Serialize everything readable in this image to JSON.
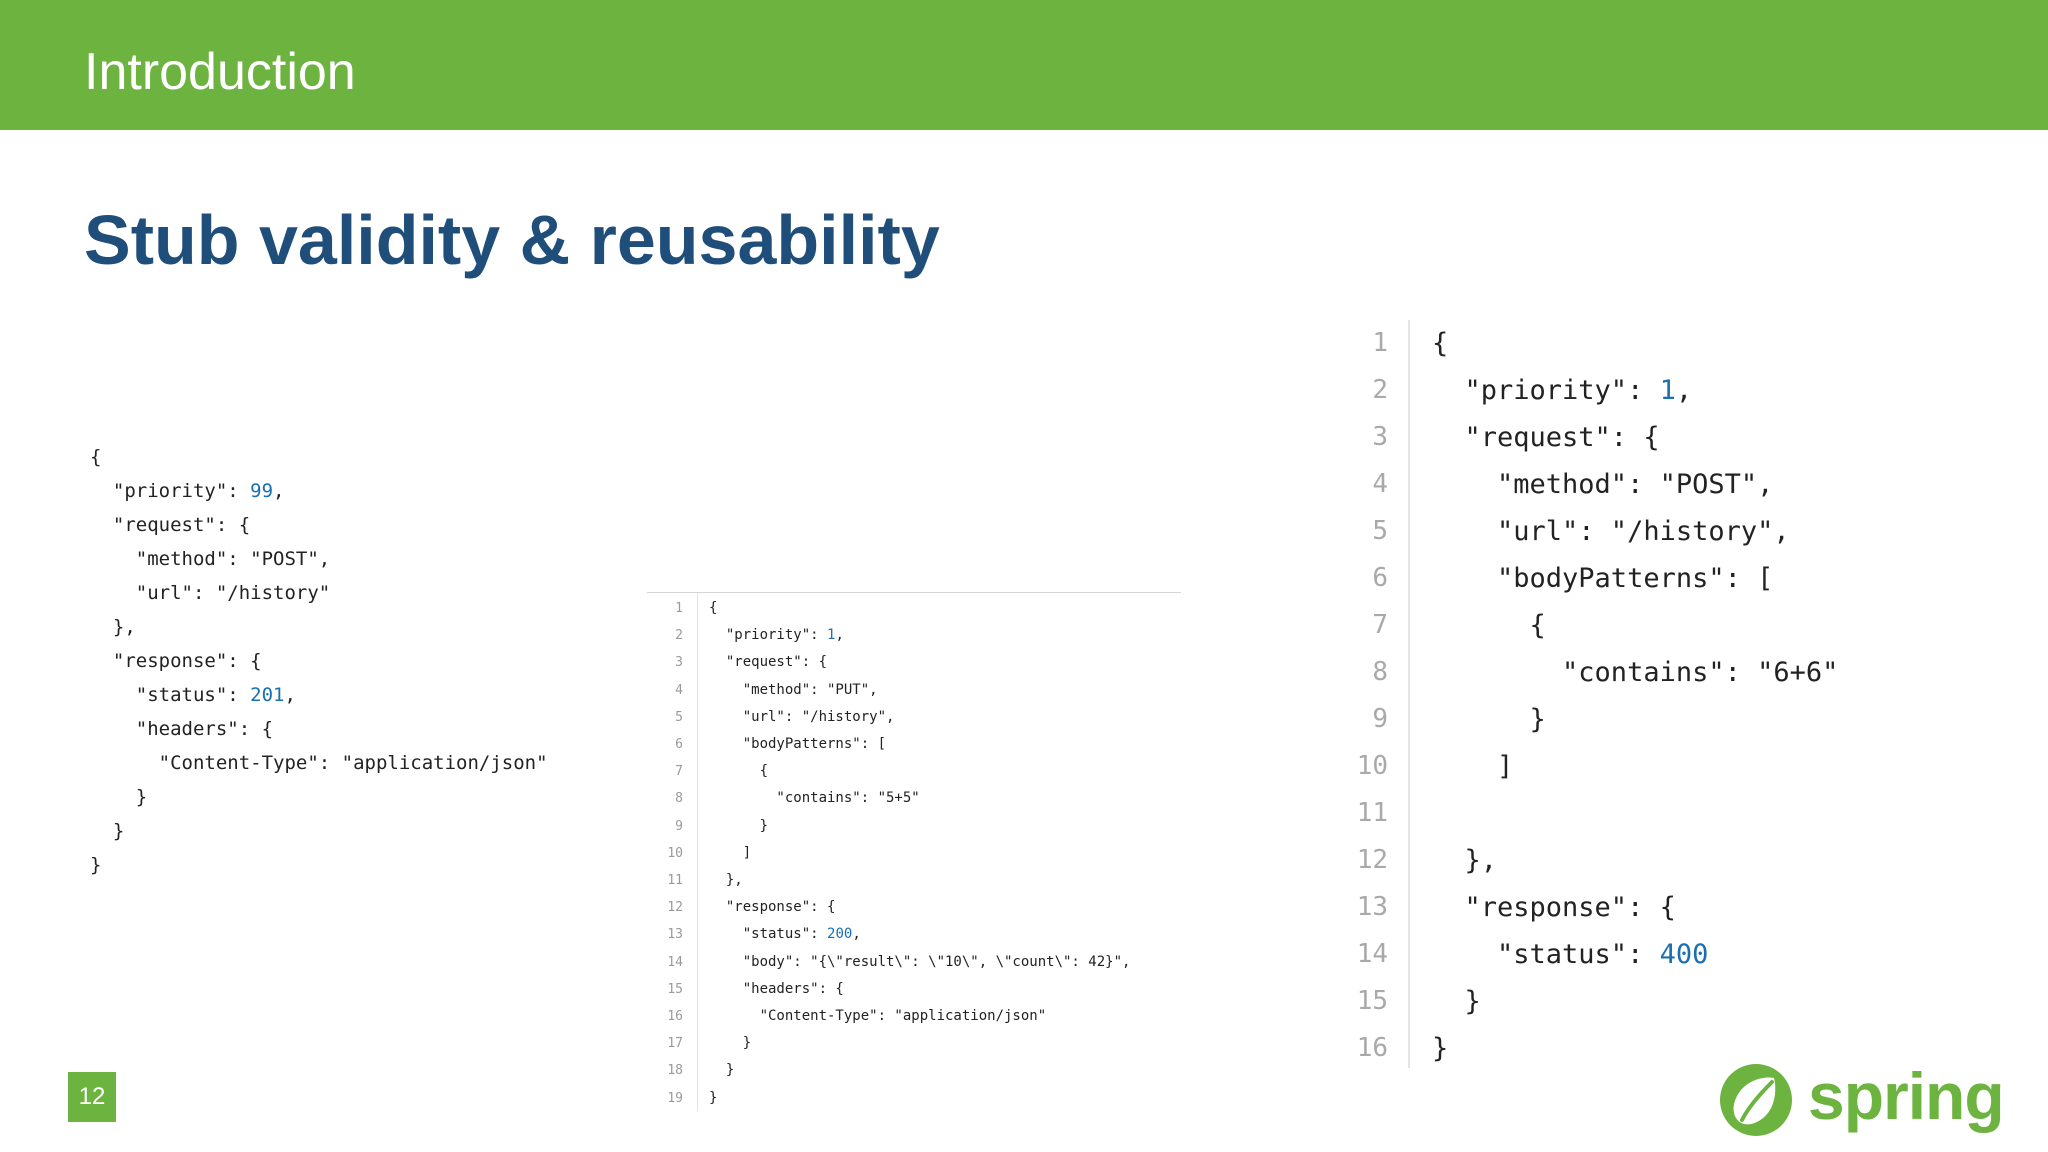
{
  "header": {
    "title": "Introduction"
  },
  "slide": {
    "title": "Stub validity & reusability",
    "page_number": "12"
  },
  "brand": {
    "logo_text": "spring",
    "accent_color": "#6db33f",
    "title_color": "#1f4e7a"
  },
  "code_left": {
    "lines": [
      "{",
      "  \"priority\": 99,",
      "  \"request\": {",
      "    \"method\": \"POST\",",
      "    \"url\": \"/history\"",
      "  },",
      "  \"response\": {",
      "    \"status\": 201,",
      "    \"headers\": {",
      "      \"Content-Type\": \"application/json\"",
      "    }",
      "  }",
      "}"
    ]
  },
  "code_middle": {
    "line_numbers": [
      "1",
      "2",
      "3",
      "4",
      "5",
      "6",
      "7",
      "8",
      "9",
      "10",
      "11",
      "12",
      "13",
      "14",
      "15",
      "16",
      "17",
      "18",
      "19"
    ],
    "lines": [
      "{",
      "  \"priority\": 1,",
      "  \"request\": {",
      "    \"method\": \"PUT\",",
      "    \"url\": \"/history\",",
      "    \"bodyPatterns\": [",
      "      {",
      "        \"contains\": \"5+5\"",
      "      }",
      "    ]",
      "  },",
      "  \"response\": {",
      "    \"status\": 200,",
      "    \"body\": \"{\\\"result\\\": \\\"10\\\", \\\"count\\\": 42}\",",
      "    \"headers\": {",
      "      \"Content-Type\": \"application/json\"",
      "    }",
      "  }",
      "}"
    ]
  },
  "code_right": {
    "line_numbers": [
      "1",
      "2",
      "3",
      "4",
      "5",
      "6",
      "7",
      "8",
      "9",
      "10",
      "11",
      "12",
      "13",
      "14",
      "15",
      "16"
    ],
    "lines": [
      "{",
      "  \"priority\": 1,",
      "  \"request\": {",
      "    \"method\": \"POST\",",
      "    \"url\": \"/history\",",
      "    \"bodyPatterns\": [",
      "      {",
      "        \"contains\": \"6+6\"",
      "      }",
      "    ]",
      "",
      "  },",
      "  \"response\": {",
      "    \"status\": 400",
      "  }",
      "}"
    ]
  }
}
